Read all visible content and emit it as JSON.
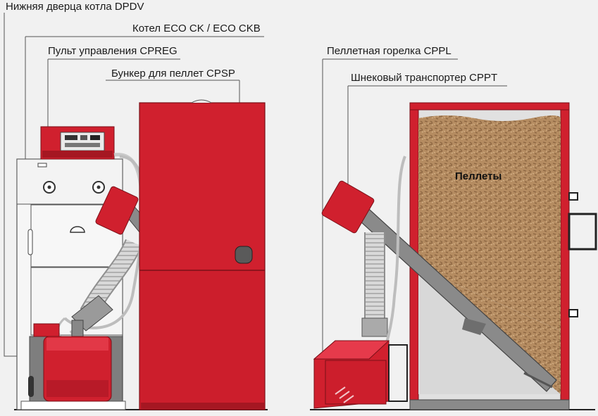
{
  "labels": {
    "lower_door": "Нижняя дверца котла DPDV",
    "boiler": "Котел ECO CK / ECO CKB",
    "control_panel": "Пульт управления CPREG",
    "pellet_hopper": "Бункер для пеллет CPSP",
    "pellet_burner": "Пеллетная горелка CPPL",
    "screw_conveyor": "Шнековый транспортер CPPT",
    "pellets": "Пеллеты"
  },
  "colors": {
    "red": "#d0202e",
    "red_dark": "#9c1420",
    "red_light": "#e0384a",
    "boiler_body": "#f4f4f4",
    "grey": "#8a8a8a",
    "background": "#f1f1f1",
    "pellet": "#b38a5e"
  }
}
